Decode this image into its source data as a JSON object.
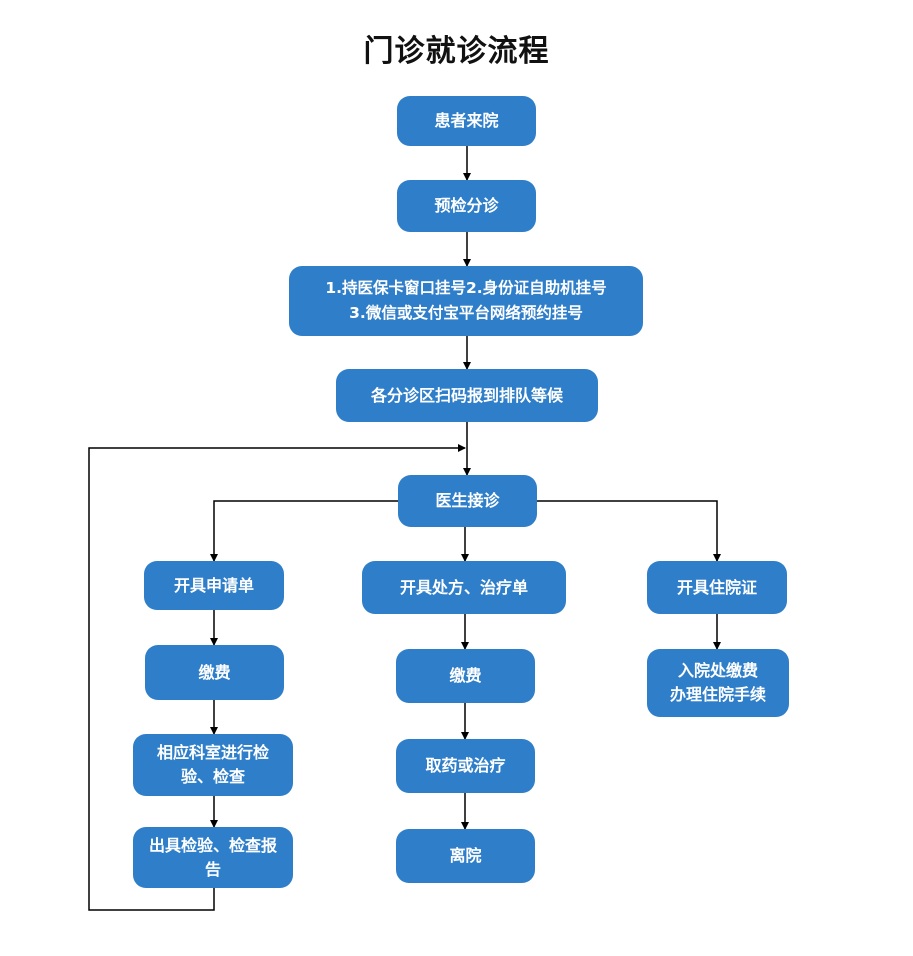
{
  "title": "门诊就诊流程",
  "colors": {
    "node_fill": "#2f7ec9",
    "node_text": "#ffffff",
    "line": "#000000"
  },
  "nodes": {
    "arrive": "患者来院",
    "triage": "预检分诊",
    "register": "1.持医保卡窗口挂号2.身份证自助机挂号\n3.微信或支付宝平台网络预约挂号",
    "queue": "各分诊区扫码报到排队等候",
    "doctor": "医生接诊",
    "left": {
      "request": "开具申请单",
      "pay": "缴费",
      "exam": "相应科室进行检\n验、检查",
      "report": "出具检验、检查报\n告"
    },
    "middle": {
      "prescription": "开具处方、治疗单",
      "pay": "缴费",
      "medicine": "取药或治疗",
      "leave": "离院"
    },
    "right": {
      "admission_cert": "开具住院证",
      "admission": "入院处缴费\n办理住院手续"
    }
  }
}
